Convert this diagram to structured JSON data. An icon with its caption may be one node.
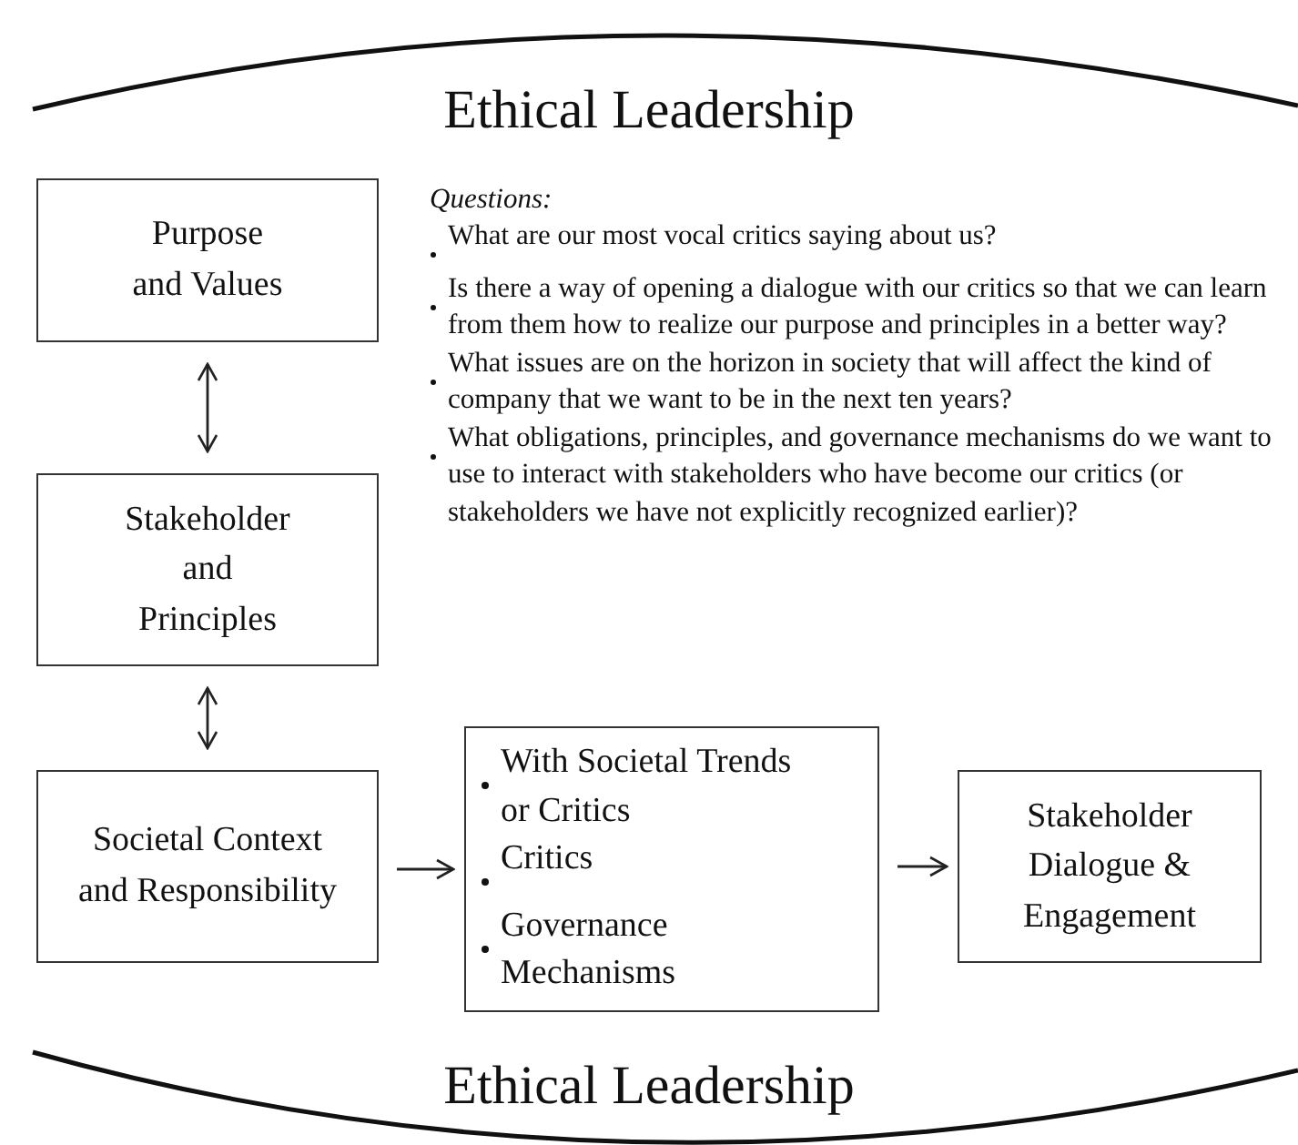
{
  "diagram": {
    "title": "Ethical Leadership",
    "nodes": [
      {
        "text": [
          "Purpose and Values"
        ]
      },
      {
        "text": [
          "Stakeholder and Principles"
        ]
      },
      {
        "text": [
          "Societal Context and Responsibility"
        ]
      },
      {
        "text": [
          "With Societal Trends or Critics",
          "Critics",
          "Governance Mechanisms"
        ]
      },
      {
        "text": [
          "Stakeholder Dialogue & Engagement"
        ]
      }
    ],
    "edges": [
      {
        "from": 0,
        "to": 1,
        "arrow": "both"
      },
      {
        "from": 1,
        "to": 2,
        "arrow": "both"
      },
      {
        "from": 2,
        "to": 3,
        "arrow": "to"
      },
      {
        "from": 3,
        "to": 4,
        "arrow": "to"
      }
    ],
    "labels": [
      "Questions:",
      "What are our most vocal critics saying about us?",
      "Is there a way of opening a dialogue with our critics so that we can learn from them how to realize our purpose and principles in a better way?",
      "What issues are on the horizon in society that will affect the kind of company that we want to be in the next ten years?",
      "What obligations, principles, and governance mechanisms do we want to use to interact with stakeholders who have become our critics (or stakeholders we have not explicitly recognized earlier)?",
      "Ethical Leadership"
    ]
  }
}
